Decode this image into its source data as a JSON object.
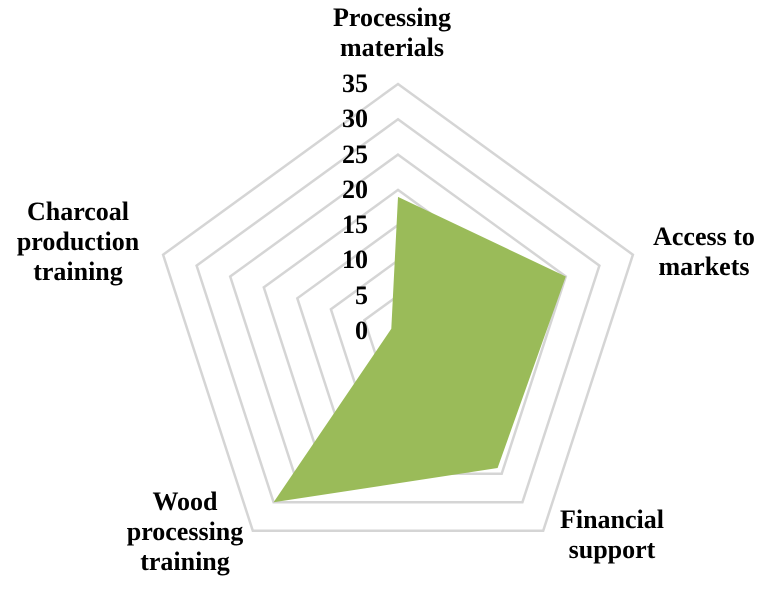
{
  "chart_data": {
    "type": "radar",
    "categories": [
      "Processing materials",
      "Access to markets",
      "Financial support",
      "Wood processing training",
      "Charcoal production training"
    ],
    "values": [
      19,
      25,
      24,
      30,
      1
    ],
    "axis": {
      "min": 0,
      "max": 35,
      "step": 5,
      "tick_labels": [
        "35",
        "30",
        "25",
        "20",
        "15",
        "10",
        "5",
        "0"
      ]
    },
    "grid": {
      "shape": "pentagon",
      "rings": [
        5,
        10,
        15,
        20,
        25,
        30,
        35
      ],
      "spokes": false
    },
    "legend_position": "none",
    "colors": {
      "fill": "#9ABB59",
      "grid_line": "#D5D5D5",
      "label_text": "#000000",
      "background": "#FFFFFF"
    }
  },
  "category_labels": {
    "processing_materials": [
      "Processing",
      "materials"
    ],
    "access_to_markets": [
      "Access to",
      "markets"
    ],
    "financial_support": [
      "Financial",
      "support"
    ],
    "wood_processing_training": [
      "Wood",
      "processing",
      "training"
    ],
    "charcoal_production_training": [
      "Charcoal",
      "production",
      "training"
    ]
  }
}
